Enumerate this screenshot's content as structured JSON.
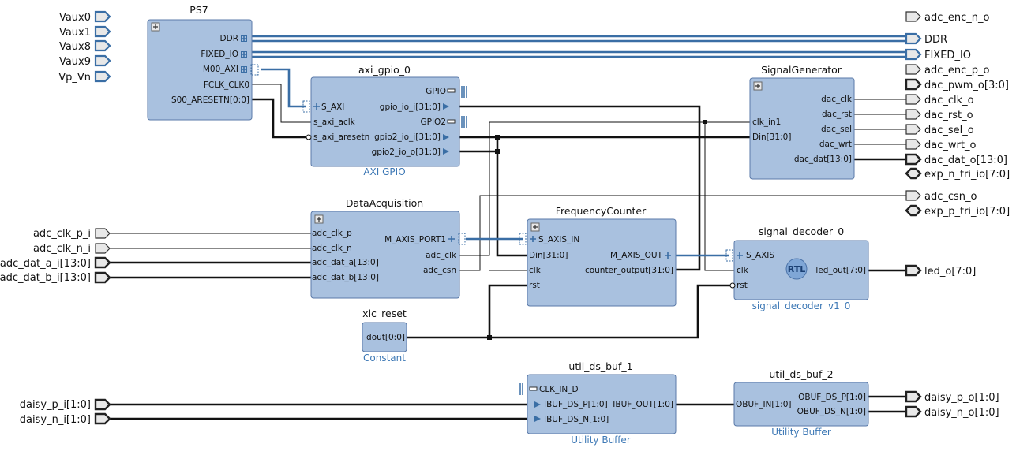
{
  "colors": {
    "block_fill": "#a9c1df",
    "block_border": "#5a79a8",
    "interface_wire": "#3a6ea5",
    "subtitle": "#3d78b5",
    "wire": "#111111"
  },
  "icons": [
    "expand-plus-icon",
    "rtl-badge-icon",
    "interface-plus-icon",
    "bus-bars-icon",
    "port-arrow-icon"
  ],
  "blocks": {
    "ps7": {
      "title": "PS7",
      "pins": [
        "DDR",
        "FIXED_IO",
        "M00_AXI",
        "FCLK_CLK0",
        "S00_ARESETN[0:0]"
      ]
    },
    "axi_gpio": {
      "title": "axi_gpio_0",
      "subtitle": "AXI GPIO",
      "left_pins": [
        "S_AXI",
        "s_axi_aclk",
        "s_axi_aresetn"
      ],
      "right_pins": [
        "GPIO",
        "gpio_io_i[31:0]",
        "GPIO2",
        "gpio2_io_i[31:0]",
        "gpio2_io_o[31:0]"
      ]
    },
    "siggen": {
      "title": "SignalGenerator",
      "left_pins": [
        "clk_in1",
        "Din[31:0]"
      ],
      "right_pins": [
        "dac_clk",
        "dac_rst",
        "dac_sel",
        "dac_wrt",
        "dac_dat[13:0]"
      ]
    },
    "daq": {
      "title": "DataAcquisition",
      "left_pins": [
        "adc_clk_p",
        "adc_clk_n",
        "adc_dat_a[13:0]",
        "adc_dat_b[13:0]"
      ],
      "right_pins": [
        "M_AXIS_PORT1",
        "adc_clk",
        "adc_csn"
      ]
    },
    "freq": {
      "title": "FrequencyCounter",
      "left_pins": [
        "S_AXIS_IN",
        "Din[31:0]",
        "clk",
        "rst"
      ],
      "right_pins": [
        "M_AXIS_OUT",
        "counter_output[31:0]"
      ]
    },
    "sdec": {
      "title": "signal_decoder_0",
      "subtitle": "signal_decoder_v1_0",
      "left_pins": [
        "S_AXIS",
        "clk",
        "rst"
      ],
      "right_pins": [
        "led_out[7:0]"
      ],
      "badge": "RTL"
    },
    "xlc": {
      "title": "xlc_reset",
      "subtitle": "Constant",
      "right_pins": [
        "dout[0:0]"
      ]
    },
    "ub1": {
      "title": "util_ds_buf_1",
      "subtitle": "Utility Buffer",
      "left_pins": [
        "CLK_IN_D",
        "IBUF_DS_P[1:0]",
        "IBUF_DS_N[1:0]"
      ],
      "right_pins": [
        "IBUF_OUT[1:0]"
      ]
    },
    "ub2": {
      "title": "util_ds_buf_2",
      "subtitle": "Utility Buffer",
      "left_pins": [
        "OBUF_IN[1:0]"
      ],
      "right_pins": [
        "OBUF_DS_P[1:0]",
        "OBUF_DS_N[1:0]"
      ]
    }
  },
  "ports_left": [
    "Vaux0",
    "Vaux1",
    "Vaux8",
    "Vaux9",
    "Vp_Vn",
    "adc_clk_p_i",
    "adc_clk_n_i",
    "adc_dat_a_i[13:0]",
    "adc_dat_b_i[13:0]",
    "daisy_p_i[1:0]",
    "daisy_n_i[1:0]"
  ],
  "ports_right": [
    "adc_enc_n_o",
    "DDR",
    "FIXED_IO",
    "adc_enc_p_o",
    "dac_pwm_o[3:0]",
    "dac_clk_o",
    "dac_rst_o",
    "dac_sel_o",
    "dac_wrt_o",
    "dac_dat_o[13:0]",
    "exp_n_tri_io[7:0]",
    "adc_csn_o",
    "exp_p_tri_io[7:0]",
    "led_o[7:0]",
    "daisy_p_o[1:0]",
    "daisy_n_o[1:0]"
  ]
}
